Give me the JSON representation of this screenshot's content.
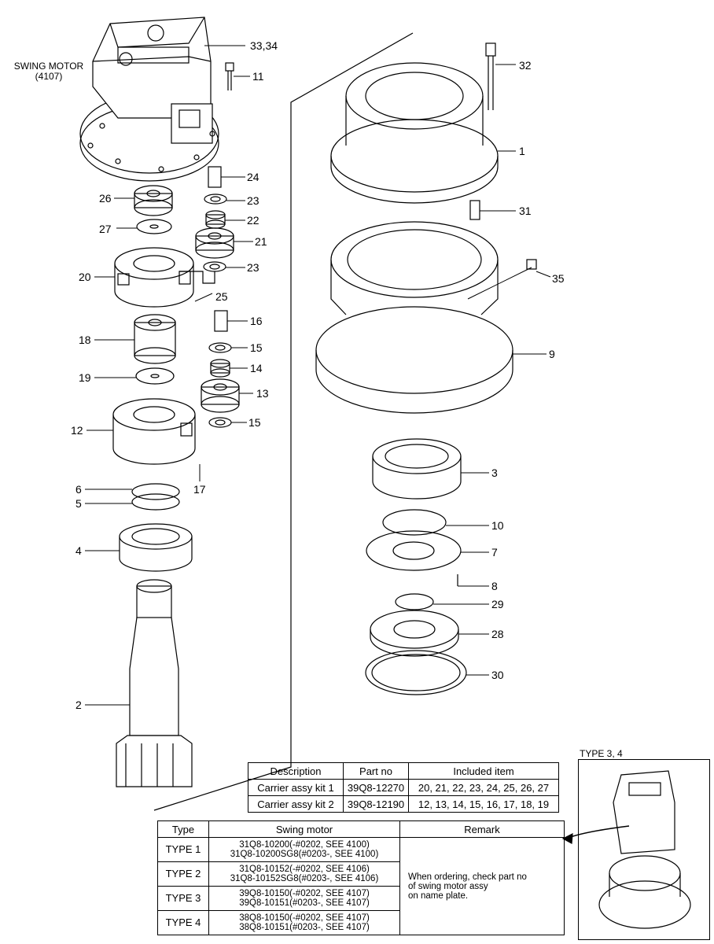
{
  "assembly_label": {
    "line1": "SWING MOTOR",
    "line2": "(4107)"
  },
  "inset_label": "TYPE 3, 4",
  "callouts": [
    {
      "id": "c33",
      "text": "33,34"
    },
    {
      "id": "c11",
      "text": "11"
    },
    {
      "id": "c24",
      "text": "24"
    },
    {
      "id": "c26",
      "text": "26"
    },
    {
      "id": "c23a",
      "text": "23"
    },
    {
      "id": "c22",
      "text": "22"
    },
    {
      "id": "c27",
      "text": "27"
    },
    {
      "id": "c21",
      "text": "21"
    },
    {
      "id": "c20",
      "text": "20"
    },
    {
      "id": "c23b",
      "text": "23"
    },
    {
      "id": "c25",
      "text": "25"
    },
    {
      "id": "c16",
      "text": "16"
    },
    {
      "id": "c18",
      "text": "18"
    },
    {
      "id": "c15a",
      "text": "15"
    },
    {
      "id": "c14",
      "text": "14"
    },
    {
      "id": "c19",
      "text": "19"
    },
    {
      "id": "c13",
      "text": "13"
    },
    {
      "id": "c12",
      "text": "12"
    },
    {
      "id": "c15b",
      "text": "15"
    },
    {
      "id": "c6",
      "text": "6"
    },
    {
      "id": "c5",
      "text": "5"
    },
    {
      "id": "c17",
      "text": "17"
    },
    {
      "id": "c4",
      "text": "4"
    },
    {
      "id": "c2",
      "text": "2"
    },
    {
      "id": "c32",
      "text": "32"
    },
    {
      "id": "c1",
      "text": "1"
    },
    {
      "id": "c31",
      "text": "31"
    },
    {
      "id": "c35",
      "text": "35"
    },
    {
      "id": "c9",
      "text": "9"
    },
    {
      "id": "c3",
      "text": "3"
    },
    {
      "id": "c10",
      "text": "10"
    },
    {
      "id": "c7",
      "text": "7"
    },
    {
      "id": "c8",
      "text": "8"
    },
    {
      "id": "c29",
      "text": "29"
    },
    {
      "id": "c28",
      "text": "28"
    },
    {
      "id": "c30",
      "text": "30"
    }
  ],
  "kit_table": {
    "headers": [
      "Description",
      "Part no",
      "Included item"
    ],
    "rows": [
      [
        "Carrier assy kit 1",
        "39Q8-12270",
        "20, 21, 22, 23, 24, 25, 26, 27"
      ],
      [
        "Carrier assy kit 2",
        "39Q8-12190",
        "12, 13, 14, 15, 16, 17, 18, 19"
      ]
    ]
  },
  "type_table": {
    "headers": [
      "Type",
      "Swing motor",
      "Remark"
    ],
    "rows": [
      {
        "type": "TYPE 1",
        "motor_1": "31Q8-10200(-#0202, SEE 4100)",
        "motor_2": "31Q8-10200SG8(#0203-, SEE 4100)"
      },
      {
        "type": "TYPE 2",
        "motor_1": "31Q8-10152(-#0202, SEE 4106)",
        "motor_2": "31Q8-10152SG8(#0203-, SEE 4106)"
      },
      {
        "type": "TYPE 3",
        "motor_1": "39Q8-10150(-#0202, SEE 4107)",
        "motor_2": "39Q8-10151(#0203-, SEE 4107)"
      },
      {
        "type": "TYPE 4",
        "motor_1": "38Q8-10150(-#0202, SEE 4107)",
        "motor_2": "38Q8-10151(#0203-, SEE 4107)"
      }
    ],
    "remark_1": "When ordering, check part no",
    "remark_2": "of swing motor assy",
    "remark_3": "on name plate."
  }
}
